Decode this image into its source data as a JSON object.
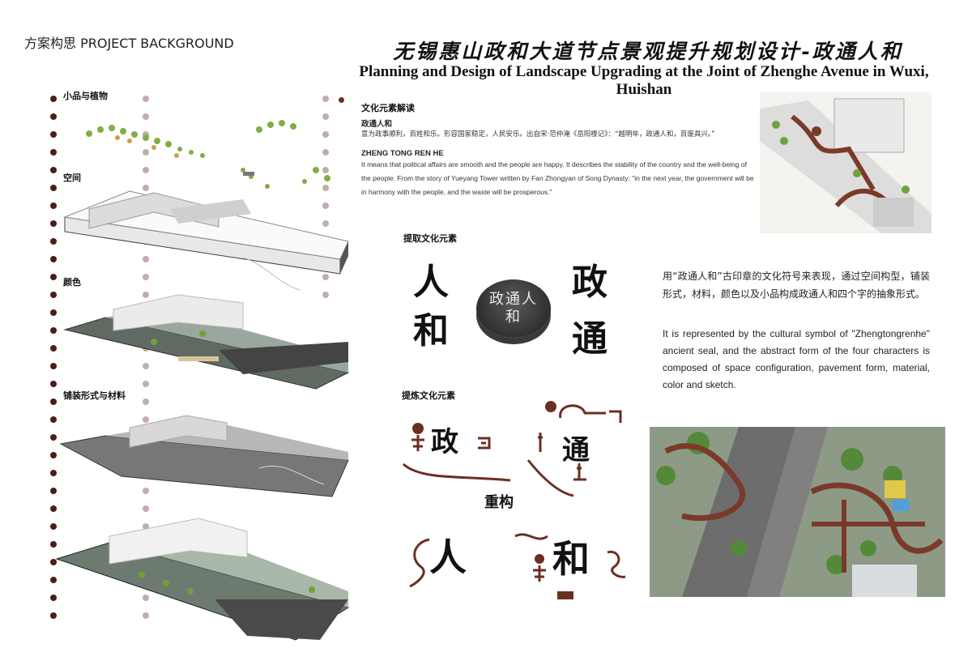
{
  "header": {
    "section_title": "方案构思 PROJECT BACKGROUND",
    "title_cn": "无锡惠山政和大道节点景观提升规划设计-政通人和",
    "title_en": "Planning and Design of Landscape Upgrading at the Joint of Zhenghe Avenue in Wuxi, Huishan"
  },
  "layers": {
    "items": [
      "小品与植物",
      "空间",
      "颜色",
      "铺装形式与材料"
    ]
  },
  "culture": {
    "heading": "文化元素解读",
    "cn_subtitle": "政通人和",
    "cn_text": "意为政事顺利，百姓和乐。形容国家稳定，人民安乐。出自宋·范仲淹《岳阳楼记》：“越明年，政通人和，百废具兴。”",
    "en_subtitle": "ZHENG TONG REN HE",
    "en_text": "It means that political affairs are smooth and the people are happy. It describes the stability of the country and the well-being of the people. From the story of Yueyang Tower written by Fan Zhongyan of Song Dynasty: \"in the next year, the government will be in harmony with the people, and the waste will be prosperous.\""
  },
  "extract": {
    "heading_extract": "提取文化元素",
    "heading_refine": "提炼文化元素",
    "heading_rebuild": "重构",
    "glyphs": [
      "人",
      "政",
      "和",
      "通"
    ],
    "seal_text": "政通人和"
  },
  "description": {
    "cn": "用“政通人和”古印章的文化符号来表现，通过空间构型，铺装形式，材料，颜色以及小品构成政通人和四个字的抽象形式。",
    "en": "It is represented by the cultural symbol of \"Zhengtongrenhe\" ancient seal, and the abstract form of the four characters is composed of space configuration, pavement form, material, color and sketch."
  },
  "colors": {
    "accent_brown": "#6b2f22",
    "dot_dark": "#4b1e16",
    "dot_light": "#c2aea6"
  }
}
